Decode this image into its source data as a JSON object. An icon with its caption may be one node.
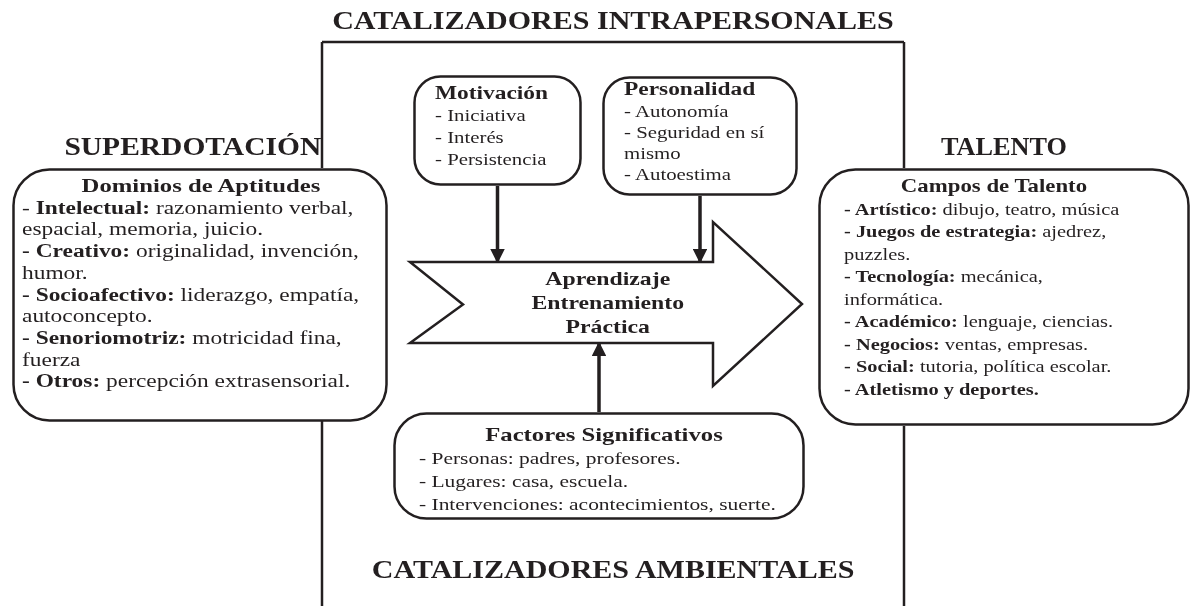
{
  "diagram": {
    "nodes": [
      {
        "text": [
          "SUPERDOTACIÓN",
          "Dominios de Aptitudes",
          "- **Intelectual:** razonamiento verbal, espacial, memoria, juicio.",
          "**- Creativo:** originalidad, invención, humor.",
          "**- Socioafectivo:** liderazgo, empatía, autoconcepto.",
          "**- Senoriomotriz:** motricidad fina, fuerza",
          "**- Otros:** percepción extrasensorial."
        ]
      },
      {
        "text": [
          "Motivación",
          "- Iniciativa",
          "- Interés",
          "- Persistencia"
        ]
      },
      {
        "text": [
          "Personalidad",
          "- Autonomía",
          "- Seguridad en sí mismo",
          "- Autoestima"
        ]
      },
      {
        "text": [
          "TALENTO",
          "Campos de Talento",
          "**- Artístico:** dibujo, teatro, música",
          "**- Juegos de estrategia:** ajedrez, puzzles.",
          "**- Tecnología:** mecánica, informática.",
          "**- Académico:** lenguaje, ciencias.",
          "**- Negocios:** ventas, empresas.",
          "**- Social:** tutoria, política escolar.",
          "**- Atletismo y deportes.**"
        ]
      },
      {
        "text": [
          "Factores Significativos",
          "- Personas: padres, profesores.",
          "- Lugares: casa, escuela.",
          "- Intervenciones: acontecimientos, suerte."
        ]
      }
    ],
    "edges": [
      {
        "from": 1,
        "to": null,
        "arrow": "to"
      },
      {
        "from": 2,
        "to": null,
        "arrow": "to"
      },
      {
        "from": 4,
        "to": null,
        "arrow": "to"
      },
      {
        "from": 0,
        "to": 3,
        "arrow": "to",
        "label": "Aprendizaje Entrenamiento Práctica"
      }
    ],
    "labels": [
      "CATALIZADORES INTRAPERSONALES",
      "CATALIZADORES AMBIENTALES"
    ]
  }
}
